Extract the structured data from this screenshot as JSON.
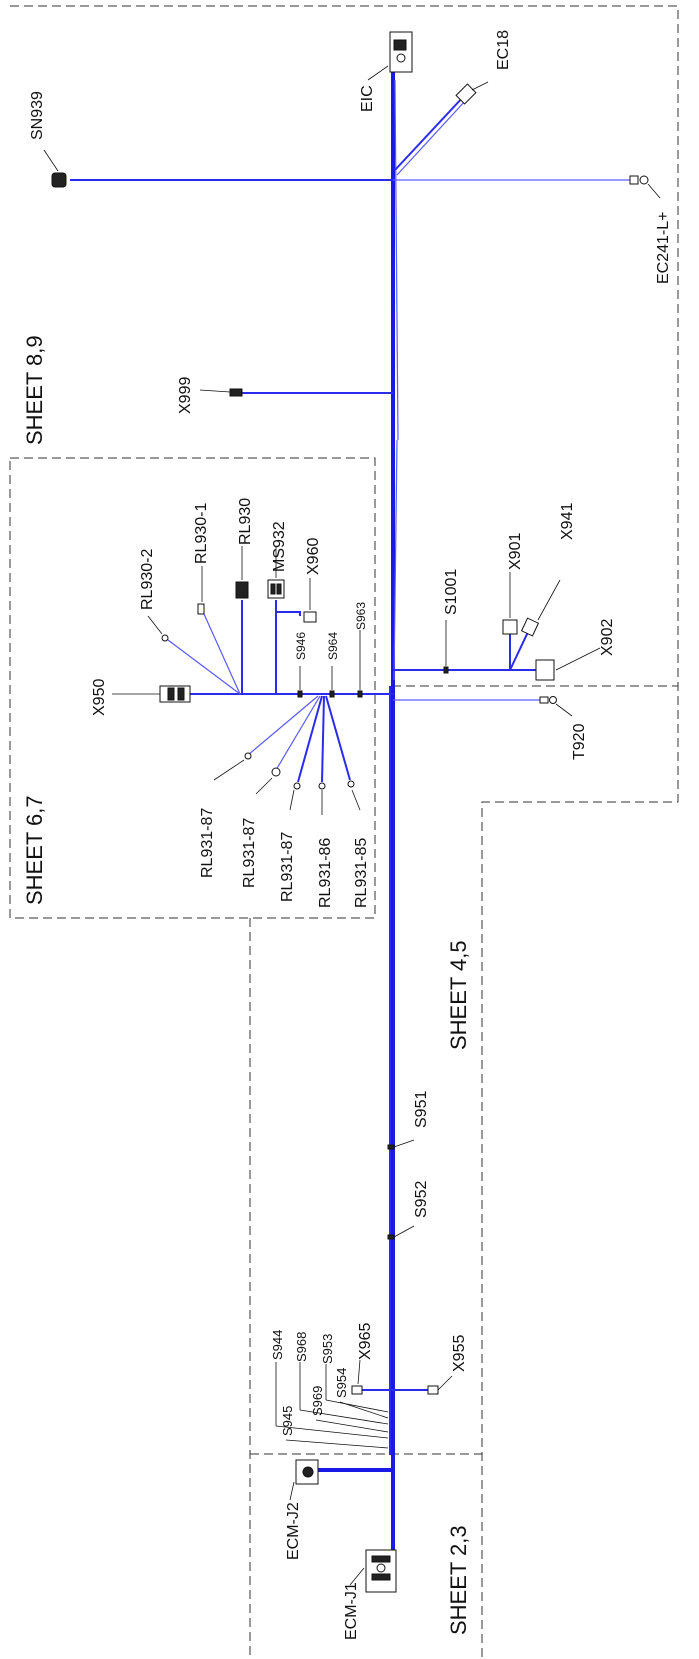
{
  "sheets": {
    "s89": "SHEET 8,9",
    "s67": "SHEET 6,7",
    "s45": "SHEET 4,5",
    "s23": "SHEET 2,3"
  },
  "labels": {
    "eic": "EIC",
    "ec18": "EC18",
    "sn939": "SN939",
    "ec241": "EC241-L+",
    "x999": "X999",
    "rl930_2": "RL930-2",
    "rl930_1": "RL930-1",
    "rl930": "RL930",
    "ms932": "MS932",
    "x960": "X960",
    "s946": "S946",
    "s964": "S964",
    "s963": "S963",
    "s1001": "S1001",
    "x901": "X901",
    "x941": "X941",
    "x902": "X902",
    "x950": "X950",
    "t920": "T920",
    "rl931_87a": "RL931-87",
    "rl931_87b": "RL931-87",
    "rl931_87c": "RL931-87",
    "rl931_86": "RL931-86",
    "rl931_85": "RL931-85",
    "s951": "S951",
    "s952": "S952",
    "x965": "X965",
    "x955": "X955",
    "s944": "S944",
    "s968": "S968",
    "s953": "S953",
    "s945": "S945",
    "s969": "S969",
    "s954": "S954",
    "ecm_j2": "ECM-J2",
    "ecm_j1": "ECM-J1"
  },
  "colors": {
    "wire": "#2b2bf0",
    "frame": "#333333"
  }
}
